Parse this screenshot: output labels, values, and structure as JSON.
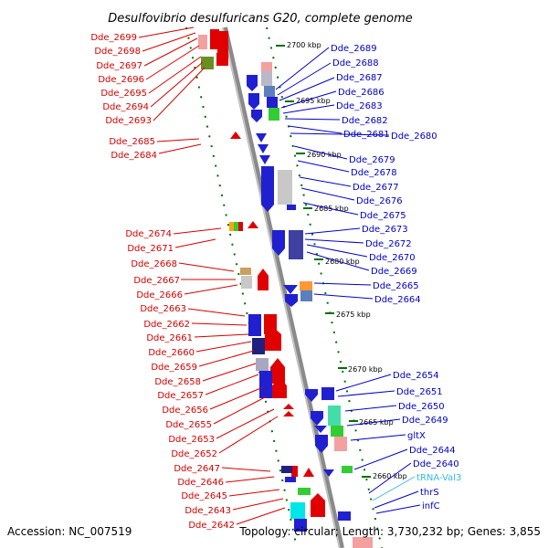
{
  "title": "Desulfovibrio desulfuricans G20, complete genome",
  "accession": "Accession: NC_007519",
  "topology": "Topology: circular; Length: 3,730,232 bp; Genes: 3,855",
  "colors": {
    "left_label": "#d40000",
    "right_label": "#0000c8",
    "rna_label": "#33bbdd",
    "backbone": "#8a8a8a",
    "tick": "#007000"
  },
  "kbp_markers": [
    "2700 kbp",
    "2695 kbp",
    "2690 kbp",
    "2685 kbp",
    "2680 kbp",
    "2675 kbp",
    "2670 kbp",
    "2665 kbp",
    "2660 kbp"
  ],
  "left_labels": [
    "Dde_2699",
    "Dde_2698",
    "Dde_2697",
    "Dde_2696",
    "Dde_2695",
    "Dde_2694",
    "Dde_2693",
    "Dde_2685",
    "Dde_2684",
    "Dde_2674",
    "Dde_2671",
    "Dde_2668",
    "Dde_2667",
    "Dde_2666",
    "Dde_2663",
    "Dde_2662",
    "Dde_2661",
    "Dde_2660",
    "Dde_2659",
    "Dde_2658",
    "Dde_2657",
    "Dde_2656",
    "Dde_2655",
    "Dde_2653",
    "Dde_2652",
    "Dde_2647",
    "Dde_2646",
    "Dde_2645",
    "Dde_2643",
    "Dde_2642"
  ],
  "right_labels": [
    "Dde_2689",
    "Dde_2688",
    "Dde_2687",
    "Dde_2686",
    "Dde_2683",
    "Dde_2682",
    "Dde_2681",
    "Dde_2680",
    "Dde_2679",
    "Dde_2678",
    "Dde_2677",
    "Dde_2676",
    "Dde_2675",
    "Dde_2673",
    "Dde_2672",
    "Dde_2670",
    "Dde_2669",
    "Dde_2665",
    "Dde_2664",
    "Dde_2654",
    "Dde_2651",
    "Dde_2650",
    "Dde_2649",
    "gltX",
    "Dde_2644",
    "Dde_2640",
    "tRNA-Val3",
    "thrS",
    "infC"
  ]
}
